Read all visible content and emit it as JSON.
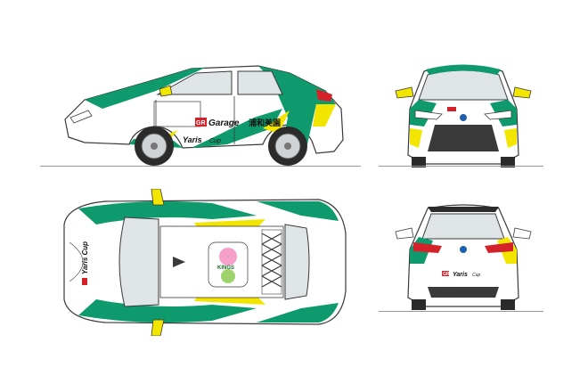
{
  "livery": {
    "shop_brand": "GR",
    "shop_name": "Garage",
    "shop_location": "浦和美園",
    "cup_brand": "GR",
    "cup_name": "Yaris",
    "cup_suffix": "Cup",
    "windshield_banner": "Yaris Cup",
    "roof_sticker": "KINGS",
    "colors": {
      "green": "#0e9a6c",
      "yellow": "#f2e600",
      "white": "#ffffff",
      "outline": "#3a3a3a",
      "glass": "#dfe4e7",
      "tire": "#2b2b2b",
      "red": "#d3222a"
    }
  },
  "views": [
    "side-view",
    "front-view",
    "top-view",
    "rear-view"
  ]
}
